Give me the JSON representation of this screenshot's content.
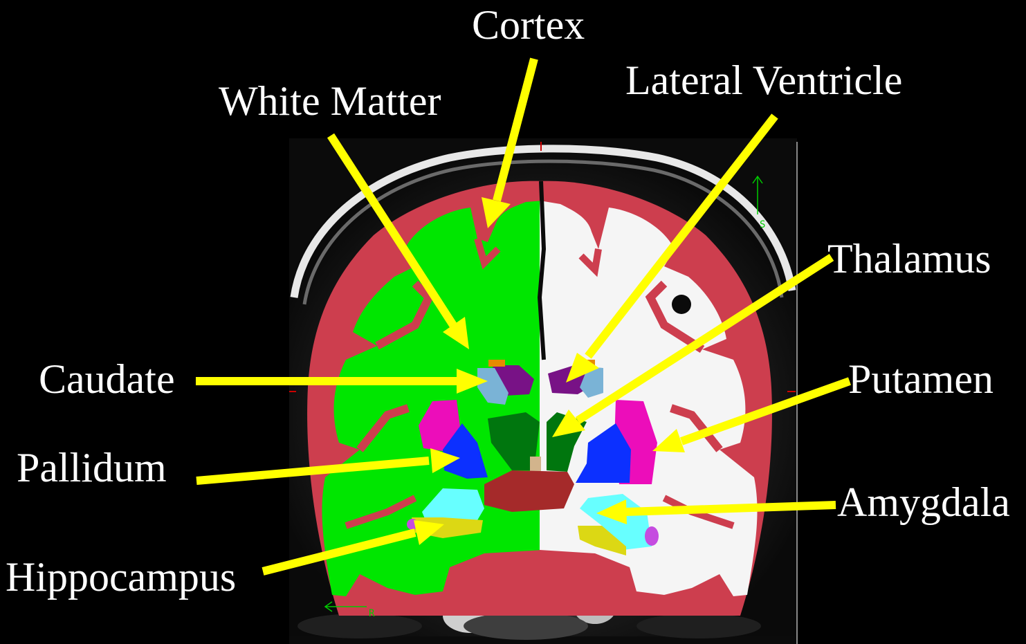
{
  "labels": {
    "cortex": "Cortex",
    "white_matter": "White Matter",
    "lateral_ventricle": "Lateral Ventricle",
    "thalamus": "Thalamus",
    "caudate": "Caudate",
    "putamen": "Putamen",
    "pallidum": "Pallidum",
    "amygdala": "Amygdala",
    "hippocampus": "Hippocampus"
  },
  "orientation": {
    "superior": "S",
    "right": "R"
  },
  "colors": {
    "background": "#000000",
    "arrow": "#ffff00",
    "label_text": "#ffffff",
    "cortex": "#cd3e4e",
    "white_matter_left": "#00e600",
    "white_matter_right": "#f5f5f5",
    "caudate": "#7ab3d6",
    "putamen": "#ec0dba",
    "pallidum": "#0c30ff",
    "thalamus": "#00760e",
    "lateral_ventricle": "#781286",
    "amygdala": "#67ffff",
    "hippocampus": "#dcd814",
    "brainstem": "#a52a2a",
    "third_ventricle": "#cccccc",
    "orientation_marker": "#00cc00"
  }
}
